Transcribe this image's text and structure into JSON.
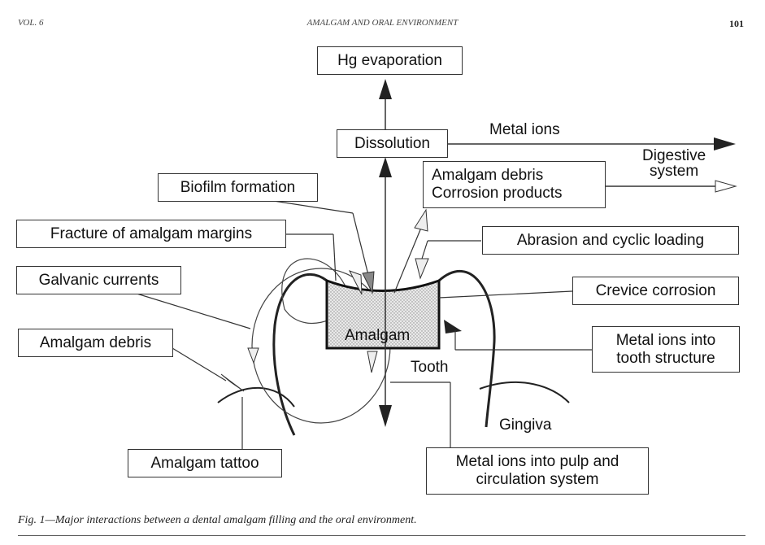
{
  "header": {
    "volume": "VOL. 6",
    "journal_title": "AMALGAM AND ORAL ENVIRONMENT",
    "page_number": "101"
  },
  "boxes": {
    "hg_evaporation": "Hg evaporation",
    "dissolution": "Dissolution",
    "amalgam_debris_corrosion": "Amalgam debris\nCorrosion products",
    "biofilm_formation": "Biofilm formation",
    "fracture_margins": "Fracture of amalgam margins",
    "abrasion_cyclic_loading": "Abrasion and cyclic loading",
    "galvanic_currents": "Galvanic currents",
    "crevice_corrosion": "Crevice corrosion",
    "amalgam_debris": "Amalgam debris",
    "metal_ions_tooth": "Metal ions into\ntooth structure",
    "amalgam_tattoo": "Amalgam tattoo",
    "metal_ions_pulp": "Metal ions into pulp and\ncirculation system"
  },
  "labels": {
    "metal_ions": "Metal ions",
    "digestive_system": "Digestive\nsystem",
    "amalgam": "Amalgam",
    "tooth": "Tooth",
    "gingiva": "Gingiva"
  },
  "caption": "Fig. 1—Major interactions between a dental amalgam filling and the oral environment."
}
